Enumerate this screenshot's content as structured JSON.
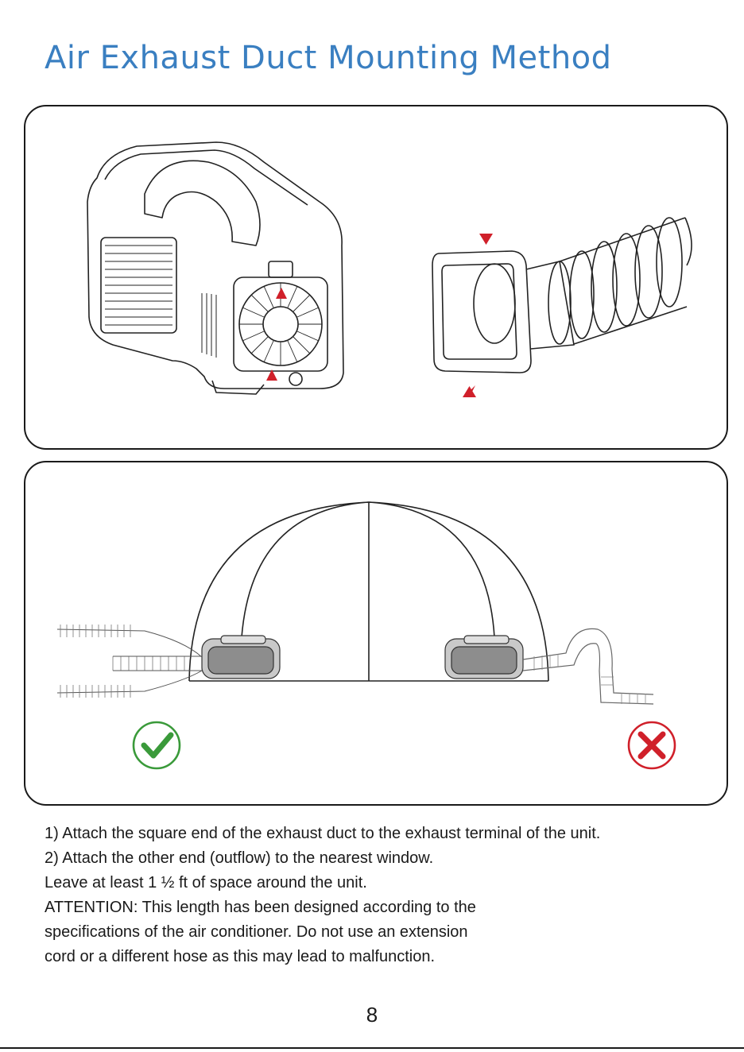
{
  "page": {
    "title": "Air  Exhaust  Duct  Mounting   Method",
    "page_number": "8",
    "title_color": "#3a7fc1"
  },
  "instructions": [
    "1) Attach  the  square  end of the exhaust  duct  to the exhaust  terminal  of the unit.",
    "2) Attach  the other  end (outflow)  to the nearest  window.",
    "Leave  at least  1 ½  ft of space  around  the unit.",
    "ATTENTION:   This length  has been  designed  according  to the",
    "specifications  of the air conditioner. Do not  use an extension",
    "cord  or a  different hose  as this may  lead  to malfunction."
  ],
  "figure_top": {
    "markers_color": "#d0202a"
  },
  "figure_bottom": {
    "correct_icon": "check-circle-icon",
    "incorrect_icon": "x-circle-icon",
    "correct_color": "#3a9a3a",
    "incorrect_color": "#d0202a"
  }
}
